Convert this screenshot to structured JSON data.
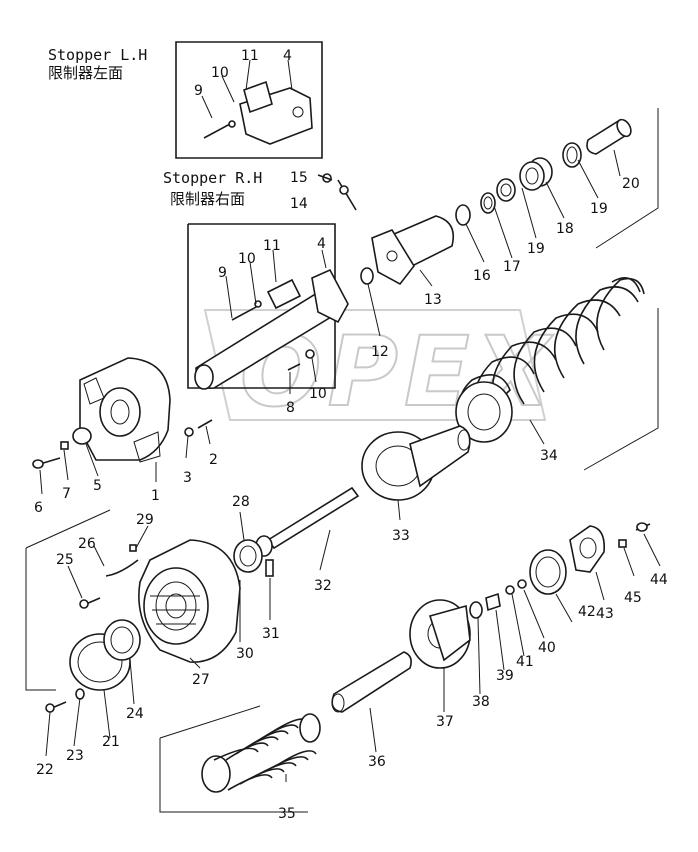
{
  "captions": {
    "stopper_lh_en": "Stopper L.H",
    "stopper_lh_zh": "限制器左面",
    "stopper_rh_en": "Stopper R.H",
    "stopper_rh_zh": "限制器右面"
  },
  "watermark": "OPEX",
  "parts": {
    "p1": "1",
    "p2": "2",
    "p3": "3",
    "p4a": "4",
    "p4b": "4",
    "p5": "5",
    "p6": "6",
    "p7": "7",
    "p8": "8",
    "p9a": "9",
    "p9b": "9",
    "p10a": "10",
    "p10b": "10",
    "p10c": "10",
    "p11a": "11",
    "p11b": "11",
    "p12": "12",
    "p13": "13",
    "p14": "14",
    "p15": "15",
    "p16": "16",
    "p17": "17",
    "p18": "18",
    "p19a": "19",
    "p19b": "19",
    "p20": "20",
    "p21": "21",
    "p22": "22",
    "p23": "23",
    "p24": "24",
    "p25": "25",
    "p26": "26",
    "p27": "27",
    "p28": "28",
    "p29": "29",
    "p30": "30",
    "p31": "31",
    "p32": "32",
    "p33": "33",
    "p34": "34",
    "p35": "35",
    "p36": "36",
    "p37": "37",
    "p38": "38",
    "p39": "39",
    "p40": "40",
    "p41": "41",
    "p42": "42",
    "p43": "43",
    "p44": "44",
    "p45": "45"
  },
  "colors": {
    "ink": "#1a1a1a",
    "watermark": "#c9c9c9",
    "paper": "#ffffff"
  }
}
